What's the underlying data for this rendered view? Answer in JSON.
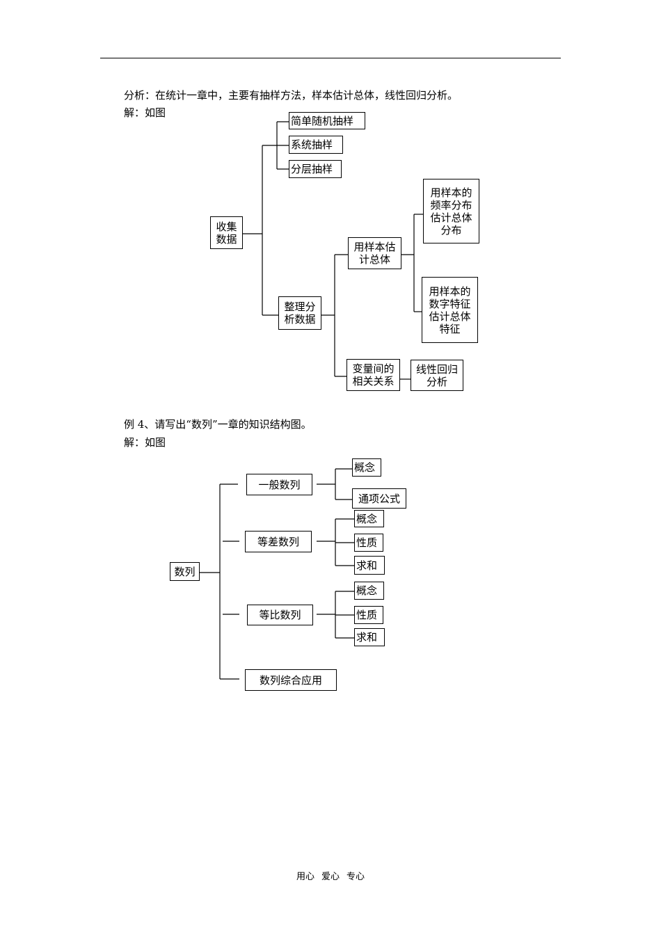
{
  "analysis": "分析：在统计一章中，主要有抽样方法，样本估计总体，线性回归分析。",
  "solution_label": "解：如图",
  "diagram1": {
    "collect": "收集\n数据",
    "simple_random": "简单随机抽样",
    "systematic": "系统抽样",
    "stratified": "分层抽样",
    "organize": "整理分\n析数据",
    "estimate": "用样本估\n计总体",
    "freq": "用样本的\n频率分布\n估计总体\n分布",
    "numeric": "用样本的\n数字特征\n估计总体\n特征",
    "correlation": "变量间的\n相关关系",
    "regression": "线性回归\n分析"
  },
  "example4": "例 4、请写出“数列”一章的知识结构图。",
  "diagram2": {
    "root": "数列",
    "general": "一般数列",
    "general_concept": "概念",
    "general_formula": "通项公式",
    "arith": "等差数列",
    "arith_concept": "概念",
    "arith_property": "性质",
    "arith_sum": "求和",
    "geo": "等比数列",
    "geo_concept": "概念",
    "geo_property": "性质",
    "geo_sum": "求和",
    "applied": "数列综合应用"
  },
  "footer": [
    "用心",
    "爱心",
    "专心"
  ]
}
